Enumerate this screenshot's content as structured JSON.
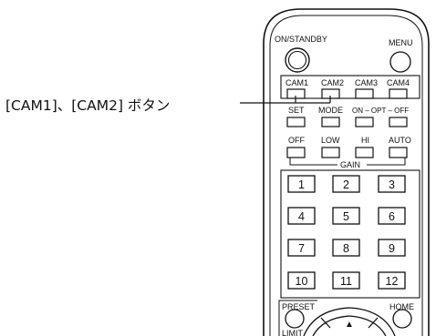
{
  "callout": {
    "label": "[CAM1]、[CAM2] ボタン"
  },
  "remote": {
    "power_label": "ON/STANDBY",
    "menu_label": "MENU",
    "cam_labels": [
      "CAM1",
      "CAM2",
      "CAM3",
      "CAM4"
    ],
    "row2_labels": [
      "SET",
      "MODE",
      "ON – OPT – OFF"
    ],
    "gain_labels": [
      "OFF",
      "LOW",
      "HI",
      "AUTO"
    ],
    "gain_group_label": "GAIN",
    "numbers": [
      "1",
      "2",
      "3",
      "4",
      "5",
      "6",
      "7",
      "8",
      "9",
      "10",
      "11",
      "12"
    ],
    "preset_label": "PRESET",
    "home_label": "HOME",
    "limit_label": "LIMIT",
    "up_arrow": "▲"
  }
}
